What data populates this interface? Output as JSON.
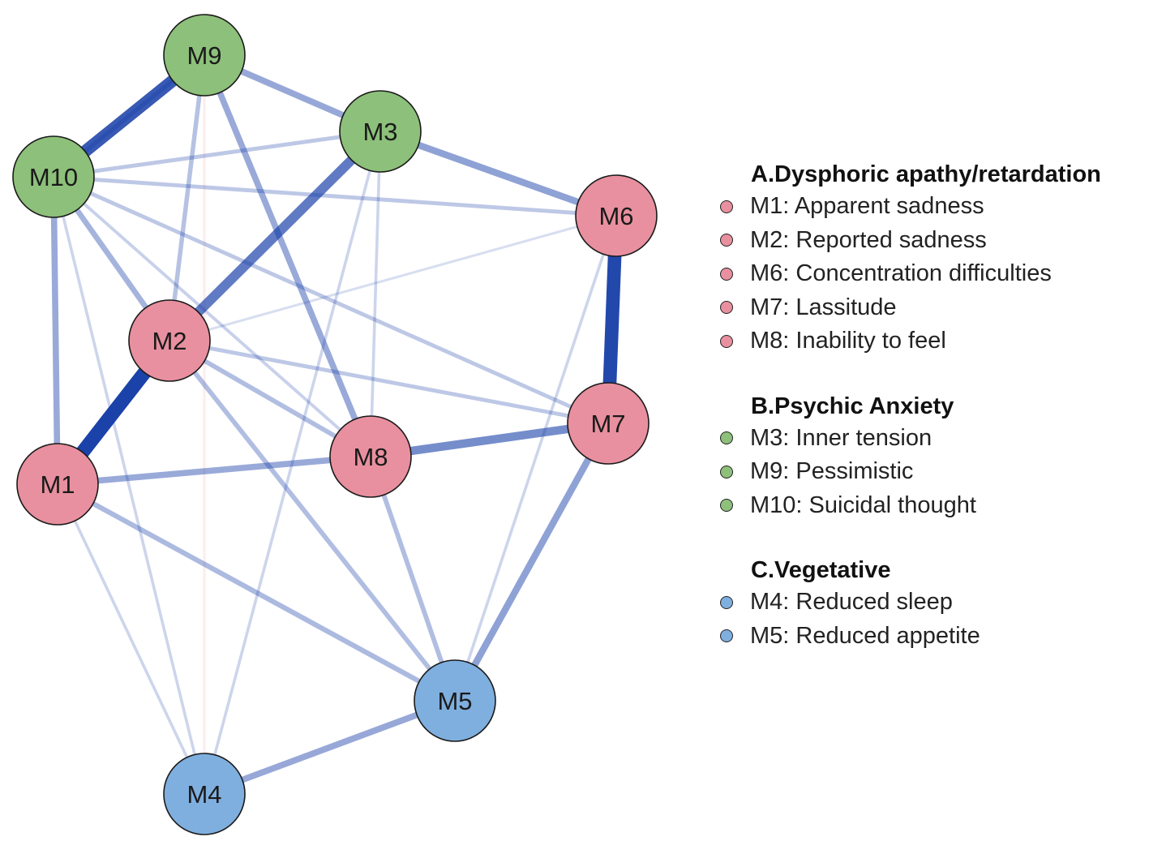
{
  "colors": {
    "dysphoric": "#e8909f",
    "anxiety": "#8dc07a",
    "vegetative": "#7fafdf",
    "positive_edge": "#123aa6",
    "negative_edge": "#f2a0a0"
  },
  "nodes": [
    {
      "id": "M9",
      "label": "M9",
      "group": "anxiety"
    },
    {
      "id": "M3",
      "label": "M3",
      "group": "anxiety"
    },
    {
      "id": "M10",
      "label": "M10",
      "group": "anxiety"
    },
    {
      "id": "M6",
      "label": "M6",
      "group": "dysphoric"
    },
    {
      "id": "M2",
      "label": "M2",
      "group": "dysphoric"
    },
    {
      "id": "M7",
      "label": "M7",
      "group": "dysphoric"
    },
    {
      "id": "M8",
      "label": "M8",
      "group": "dysphoric"
    },
    {
      "id": "M1",
      "label": "M1",
      "group": "dysphoric"
    },
    {
      "id": "M5",
      "label": "M5",
      "group": "vegetative"
    },
    {
      "id": "M4",
      "label": "M4",
      "group": "vegetative"
    }
  ],
  "edges": [
    {
      "from": "M9",
      "to": "M4",
      "weight": 0.08,
      "sign": "negative"
    },
    {
      "from": "M10",
      "to": "M4",
      "weight": 0.1,
      "sign": "positive"
    },
    {
      "from": "M1",
      "to": "M4",
      "weight": 0.1,
      "sign": "positive"
    },
    {
      "from": "M3",
      "to": "M4",
      "weight": 0.1,
      "sign": "positive"
    },
    {
      "from": "M3",
      "to": "M8",
      "weight": 0.1,
      "sign": "positive"
    },
    {
      "from": "M6",
      "to": "M5",
      "weight": 0.1,
      "sign": "positive"
    },
    {
      "from": "M2",
      "to": "M6",
      "weight": 0.06,
      "sign": "positive"
    },
    {
      "from": "M10",
      "to": "M8",
      "weight": 0.12,
      "sign": "positive"
    },
    {
      "from": "M2",
      "to": "M7",
      "weight": 0.18,
      "sign": "positive"
    },
    {
      "from": "M10",
      "to": "M3",
      "weight": 0.18,
      "sign": "positive"
    },
    {
      "from": "M10",
      "to": "M7",
      "weight": 0.18,
      "sign": "positive"
    },
    {
      "from": "M10",
      "to": "M6",
      "weight": 0.18,
      "sign": "positive"
    },
    {
      "from": "M9",
      "to": "M2",
      "weight": 0.22,
      "sign": "positive"
    },
    {
      "from": "M9",
      "to": "M10",
      "weight": 0.22,
      "sign": "positive"
    },
    {
      "from": "M2",
      "to": "M8",
      "weight": 0.24,
      "sign": "positive"
    },
    {
      "from": "M2",
      "to": "M5",
      "weight": 0.24,
      "sign": "positive"
    },
    {
      "from": "M8",
      "to": "M5",
      "weight": 0.24,
      "sign": "positive"
    },
    {
      "from": "M1",
      "to": "M5",
      "weight": 0.26,
      "sign": "positive"
    },
    {
      "from": "M10",
      "to": "M2",
      "weight": 0.3,
      "sign": "positive"
    },
    {
      "from": "M9",
      "to": "M8",
      "weight": 0.35,
      "sign": "positive"
    },
    {
      "from": "M10",
      "to": "M1",
      "weight": 0.35,
      "sign": "positive"
    },
    {
      "from": "M1",
      "to": "M8",
      "weight": 0.35,
      "sign": "positive"
    },
    {
      "from": "M4",
      "to": "M5",
      "weight": 0.36,
      "sign": "positive"
    },
    {
      "from": "M9",
      "to": "M3",
      "weight": 0.36,
      "sign": "positive"
    },
    {
      "from": "M3",
      "to": "M6",
      "weight": 0.4,
      "sign": "positive"
    },
    {
      "from": "M7",
      "to": "M5",
      "weight": 0.4,
      "sign": "positive"
    },
    {
      "from": "M8",
      "to": "M7",
      "weight": 0.52,
      "sign": "positive"
    },
    {
      "from": "M3",
      "to": "M2",
      "weight": 0.62,
      "sign": "positive"
    },
    {
      "from": "M9",
      "to": "M10",
      "weight": 0.82,
      "sign": "positive"
    },
    {
      "from": "M6",
      "to": "M7",
      "weight": 0.92,
      "sign": "positive"
    },
    {
      "from": "M2",
      "to": "M1",
      "weight": 0.95,
      "sign": "positive"
    }
  ],
  "legend": {
    "groups": [
      {
        "title": "A.Dysphoric apathy/retardation",
        "group": "dysphoric",
        "items": [
          "M1: Apparent sadness",
          "M2: Reported sadness",
          "M6: Concentration difficulties",
          "M7: Lassitude",
          "M8: Inability to feel"
        ]
      },
      {
        "title": "B.Psychic Anxiety",
        "group": "anxiety",
        "items": [
          "M3: Inner tension",
          "M9: Pessimistic",
          "M10: Suicidal thought"
        ]
      },
      {
        "title": "C.Vegetative",
        "group": "vegetative",
        "items": [
          "M4: Reduced sleep",
          "M5: Reduced appetite"
        ]
      }
    ]
  }
}
